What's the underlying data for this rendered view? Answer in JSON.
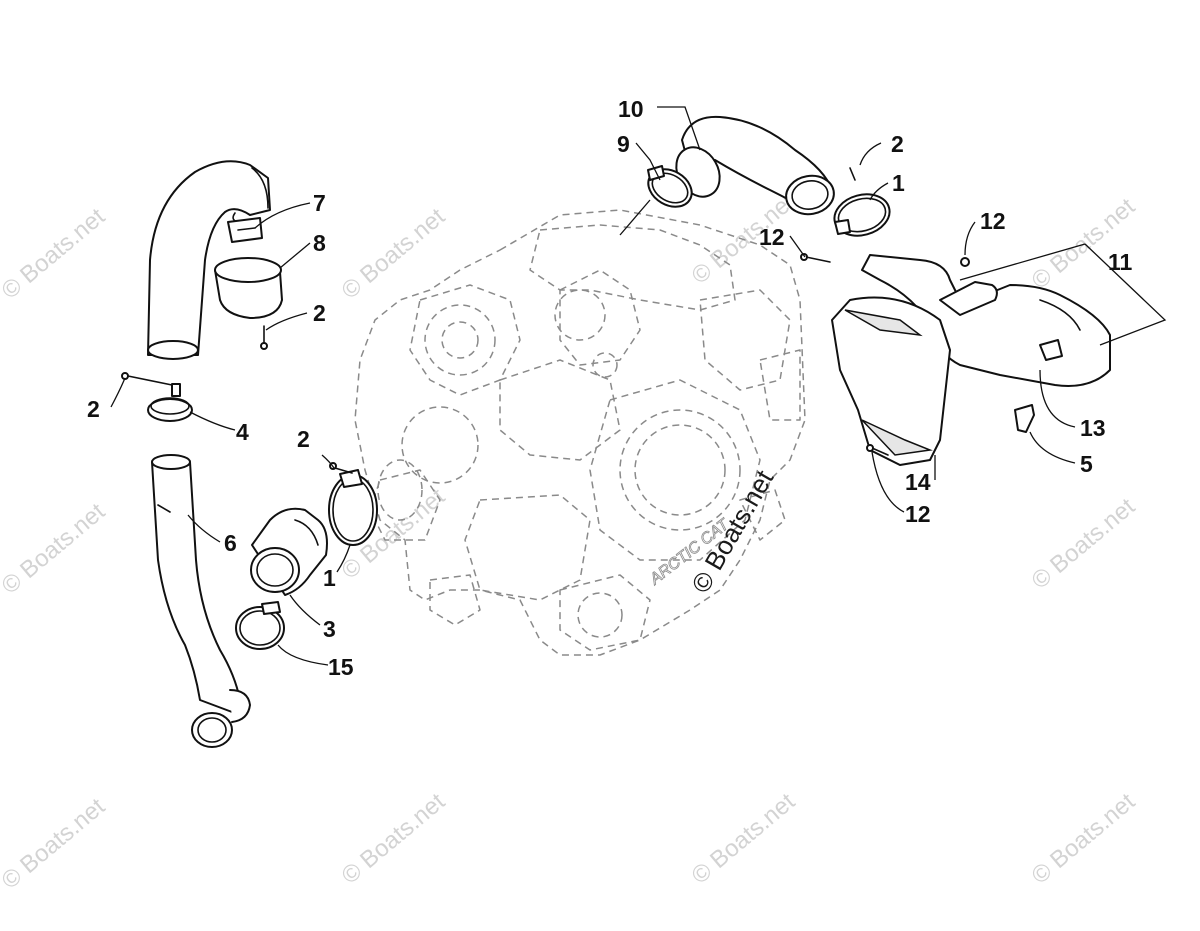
{
  "diagram": {
    "watermark_text": "© Boats.net",
    "engine_badge": "ARCTIC CAT",
    "callouts": {
      "c10": "10",
      "c9": "9",
      "c2a": "2",
      "c1a": "1",
      "c12a": "12",
      "c12b": "12",
      "c11": "11",
      "c7": "7",
      "c8": "8",
      "c2b": "2",
      "c2c": "2",
      "c4": "4",
      "c2d": "2",
      "c6": "6",
      "c1b": "1",
      "c3": "3",
      "c15": "15",
      "c13": "13",
      "c5": "5",
      "c14": "14",
      "c12c": "12"
    }
  },
  "colors": {
    "line": "#111111",
    "engine": "#8a8a8a",
    "watermark": "#d3d3d3"
  }
}
